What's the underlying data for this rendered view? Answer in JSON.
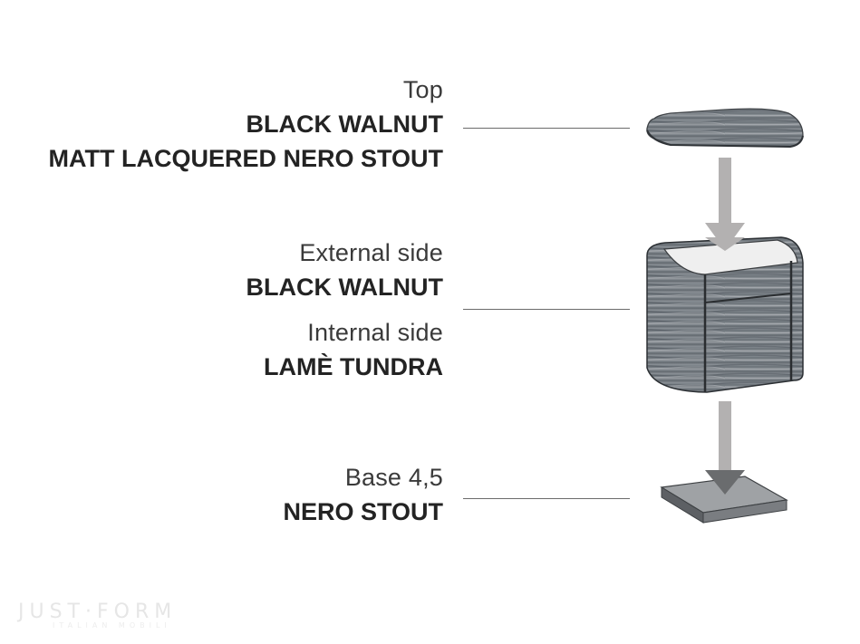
{
  "components": [
    {
      "id": "top",
      "lines": [
        {
          "style": "light",
          "text": "Top"
        },
        {
          "style": "bold",
          "text": "BLACK WALNUT"
        },
        {
          "style": "bold",
          "text": "MATT LACQUERED NERO STOUT"
        }
      ]
    },
    {
      "id": "body",
      "lines": [
        {
          "style": "light",
          "text": "External side"
        },
        {
          "style": "bold",
          "text": "BLACK WALNUT"
        },
        {
          "style": "light",
          "text": "Internal side"
        },
        {
          "style": "bold",
          "text": "LAMÈ TUNDRA"
        }
      ]
    },
    {
      "id": "base",
      "lines": [
        {
          "style": "light",
          "text": "Base 4,5"
        },
        {
          "style": "bold",
          "text": "NERO STOUT"
        }
      ]
    }
  ],
  "watermark": {
    "main": "JUST·FORM",
    "sub": "ITALIAN MOBILI"
  },
  "colors": {
    "text_light": "#3a3a3a",
    "text_bold": "#232323",
    "leader": "#6b6b6b",
    "arrow": "#b3b1b1",
    "wood_dark": "#6f767c",
    "lacquer_light": "#efefef",
    "base_top": "#9fa2a5"
  }
}
